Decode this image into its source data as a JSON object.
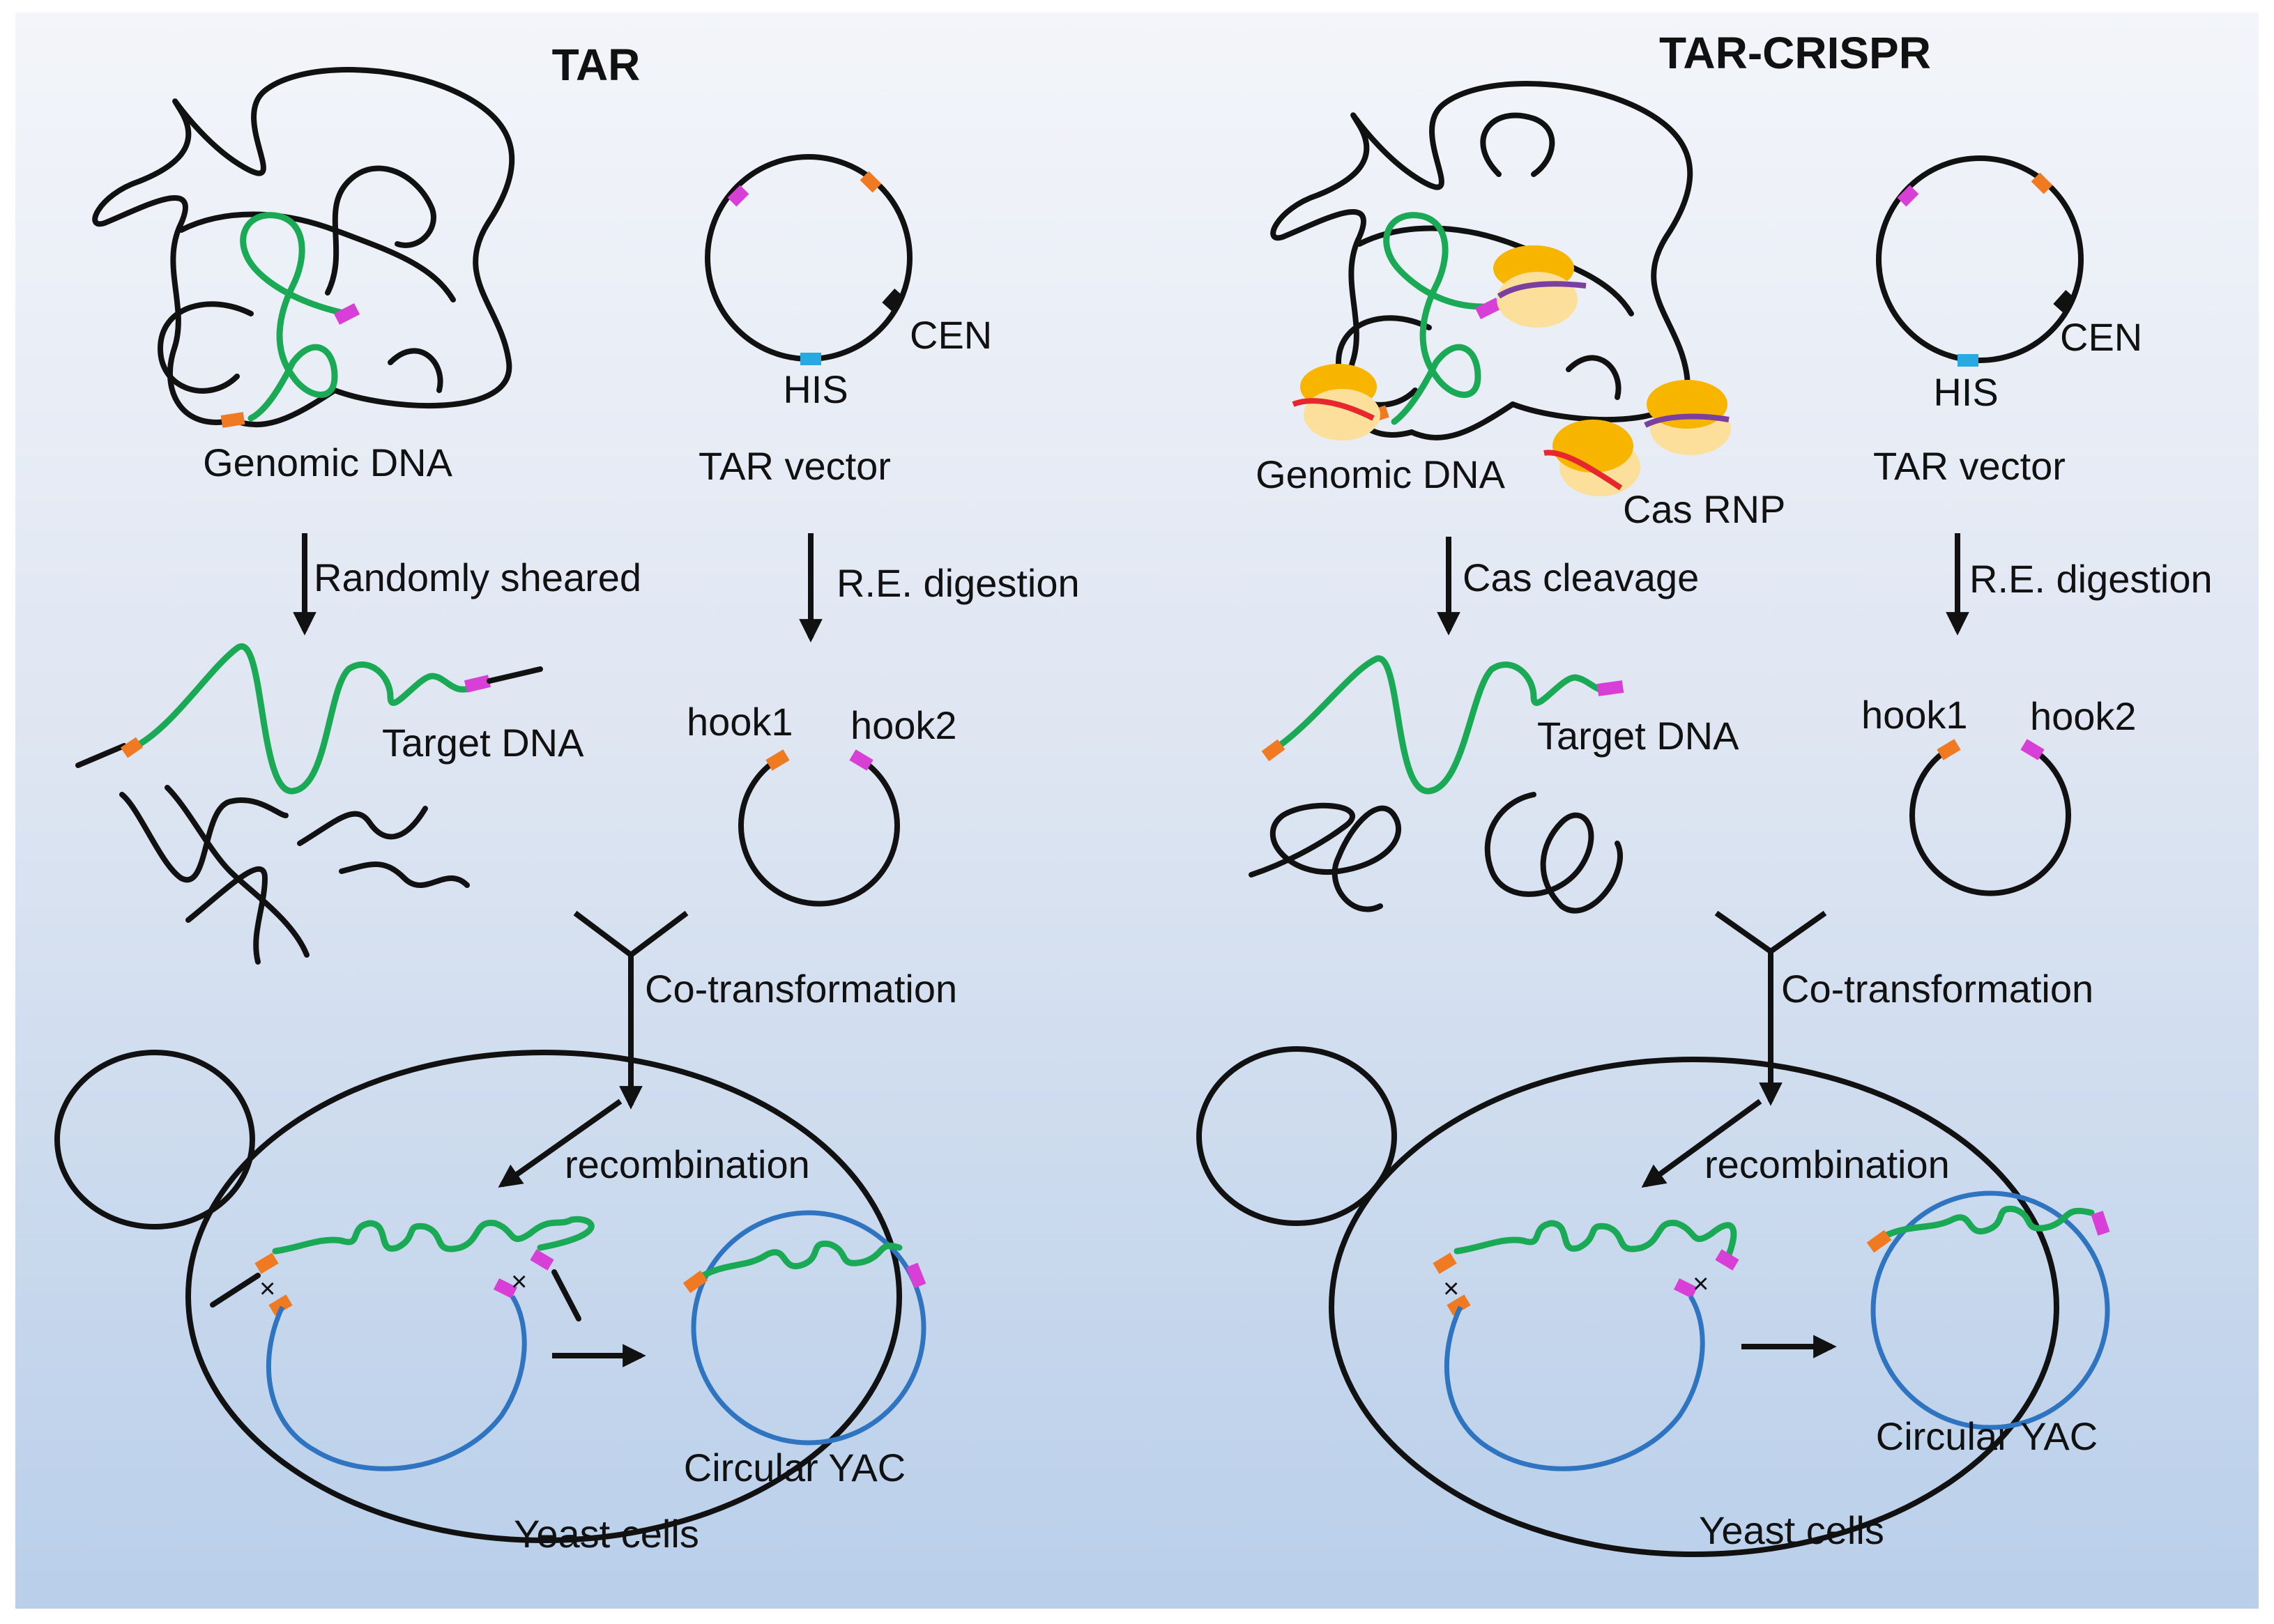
{
  "left": {
    "title": "TAR",
    "genomic_dna": "Genomic DNA",
    "tar_vector": "TAR vector",
    "cen": "CEN",
    "his": "HIS",
    "step_shear": "Randomly sheared",
    "step_digest": "R.E. digestion",
    "target_dna": "Target DNA",
    "hook1": "hook1",
    "hook2": "hook2",
    "cotransformation": "Co-transformation",
    "recombination": "recombination",
    "circular_yac": "Circular YAC",
    "yeast_cells": "Yeast cells"
  },
  "right": {
    "title": "TAR-CRISPR",
    "genomic_dna": "Genomic DNA",
    "cas_rnp": "Cas RNP",
    "tar_vector": "TAR vector",
    "cen": "CEN",
    "his": "HIS",
    "step_cleave": "Cas cleavage",
    "step_digest": "R.E. digestion",
    "target_dna": "Target DNA",
    "hook1": "hook1",
    "hook2": "hook2",
    "cotransformation": "Co-transformation",
    "recombination": "recombination",
    "circular_yac": "Circular YAC",
    "yeast_cells": "Yeast cells"
  },
  "colors": {
    "background_top": "#f3f5fa",
    "background_bottom": "#b9cfea",
    "dna": "#111111",
    "target_dna": "#1aaa55",
    "yac_vector": "#2f74c0",
    "hook_orange": "#f07a21",
    "hook_magenta": "#d83fd6",
    "his_marker": "#29a9e1",
    "cas_protein": "#f7b500",
    "cas_protein_light": "#fbdf9a",
    "guide_red": "#e8262d",
    "guide_purple": "#7b3fa0"
  }
}
